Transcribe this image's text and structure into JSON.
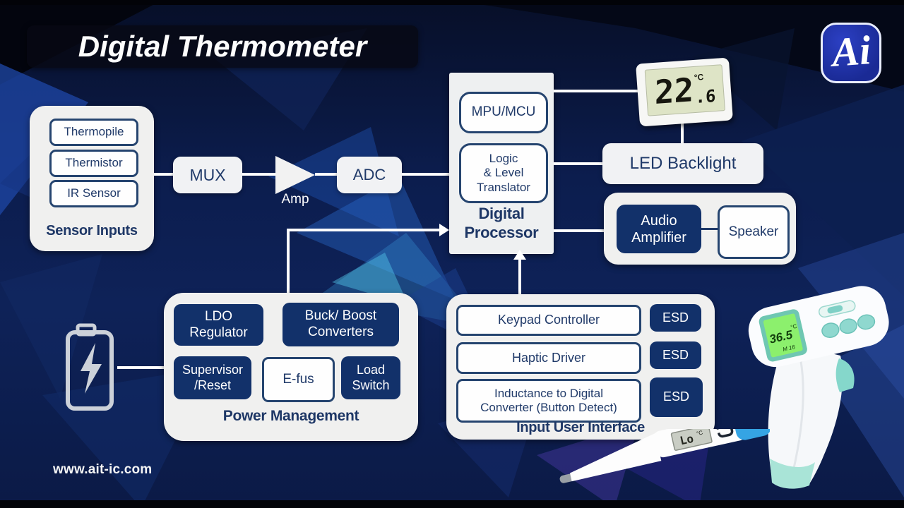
{
  "header": {
    "title": "Digital Thermometer",
    "logo_text": "Ai"
  },
  "footer": {
    "website": "www.ait-ic.com"
  },
  "blocks": {
    "sensor_inputs": {
      "label": "Sensor Inputs",
      "items": [
        "Thermopile",
        "Thermistor",
        "IR Sensor"
      ]
    },
    "mux": {
      "label": "MUX"
    },
    "amp": {
      "label": "Amp"
    },
    "adc": {
      "label": "ADC"
    },
    "digital_processor": {
      "label_lines": [
        "Digital",
        "Processor"
      ],
      "mpu": "MPU/MCU",
      "logic_lines": [
        "Logic",
        "& Level",
        "Translator"
      ]
    },
    "led_backlight": {
      "label": "LED Backlight"
    },
    "audio": {
      "amplifier_lines": [
        "Audio",
        "Amplifier"
      ],
      "speaker": "Speaker"
    },
    "power_management": {
      "label": "Power Management",
      "ldo_lines": [
        "LDO",
        "Regulator"
      ],
      "buck_lines": [
        "Buck/ Boost",
        "Converters"
      ],
      "supervisor_lines": [
        "Supervisor",
        "/Reset"
      ],
      "efus": "E-fus",
      "load_lines": [
        "Load",
        "Switch"
      ]
    },
    "input_user_interface": {
      "label": "Input User Interface",
      "keypad": "Keypad Controller",
      "haptic": "Haptic Driver",
      "inductance_lines": [
        "Inductance to  Digital",
        "Converter  (Button Detect)"
      ],
      "esd": "ESD"
    }
  },
  "devices": {
    "panel_thermometer": {
      "value": "22",
      "decimal": ".6",
      "unit": "°C"
    },
    "ir_gun": {
      "value": "36.5",
      "unit": "°C",
      "memory": "M 16"
    },
    "stick_thermometer": {
      "value": "Lo",
      "unit": "°C"
    }
  },
  "colors": {
    "navy_box": "#12316a",
    "panel": "#f0f0ef",
    "text_navy": "#1f3864",
    "connector": "#ffffff",
    "lcd_green": "#dee4c6",
    "gun_lcd": "#8cf06d",
    "mint": "#a9e4d7",
    "stick_blue": "#35a4e4"
  }
}
